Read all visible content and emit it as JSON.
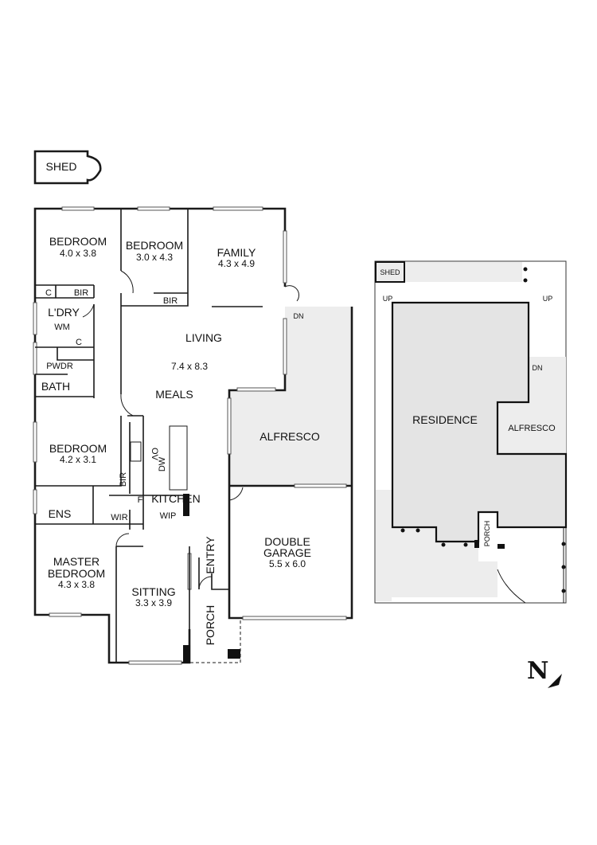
{
  "floor_plan": {
    "shed": "SHED",
    "rooms": {
      "bedroom_1": {
        "name": "BEDROOM",
        "size": "4.0 x 3.8"
      },
      "bedroom_2": {
        "name": "BEDROOM",
        "size": "3.0 x 4.3"
      },
      "family": {
        "name": "FAMILY",
        "size": "4.3 x 4.9"
      },
      "living": {
        "name": "LIVING",
        "size": "7.4 x 8.3"
      },
      "meals": {
        "name": "MEALS"
      },
      "bedroom_3": {
        "name": "BEDROOM",
        "size": "4.2 x 3.1"
      },
      "alfresco": {
        "name": "ALFRESCO"
      },
      "kitchen": {
        "name": "KITCHEN"
      },
      "double_garage": {
        "name_line1": "DOUBLE",
        "name_line2": "GARAGE",
        "size": "5.5 x 6.0"
      },
      "master_bedroom": {
        "name_line1": "MASTER",
        "name_line2": "BEDROOM",
        "size": "4.3 x 3.8"
      },
      "sitting": {
        "name": "SITTING",
        "size": "3.3 x 3.9"
      },
      "entry": {
        "name": "ENTRY"
      },
      "porch": {
        "name": "PORCH"
      }
    },
    "small_labels": {
      "c1": "C",
      "bir1": "BIR",
      "bir2": "BIR",
      "laundry": "L'DRY",
      "wm": "WM",
      "c2": "C",
      "powder": "PWDR",
      "bath": "BATH",
      "bir3": "BIR",
      "ov": "OV",
      "dw": "DW",
      "f": "F",
      "ens": "ENS",
      "wir": "WIR",
      "wip": "WIP",
      "dn": "DN"
    }
  },
  "site_plan": {
    "shed": "SHED",
    "up_left": "UP",
    "up_right": "UP",
    "dn": "DN",
    "residence": "RESIDENCE",
    "alfresco": "ALFRESCO",
    "porch": "PORCH"
  },
  "north_label": "N"
}
